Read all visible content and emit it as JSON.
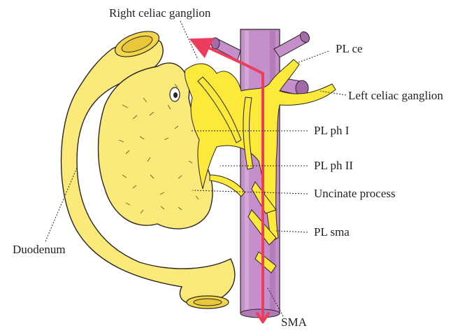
{
  "colors": {
    "yellow": "#fbe979",
    "yellow_dark": "#f3d64a",
    "purple": "#c48fcb",
    "purple_dark": "#a36aa9",
    "nerve": "#fde93a",
    "arrow": "#ee3d5c",
    "outline": "#2b2622"
  },
  "labels": {
    "right_celiac": "Right celiac ganglion",
    "pl_ce": "PL ce",
    "left_celiac": "Left celiac ganglion",
    "pl_ph1": "PL ph I",
    "pl_ph2": "PL ph II",
    "uncinate": "Uncinate process",
    "pl_sma": "PL sma",
    "duodenum": "Duodenum",
    "sma": "SMA"
  }
}
